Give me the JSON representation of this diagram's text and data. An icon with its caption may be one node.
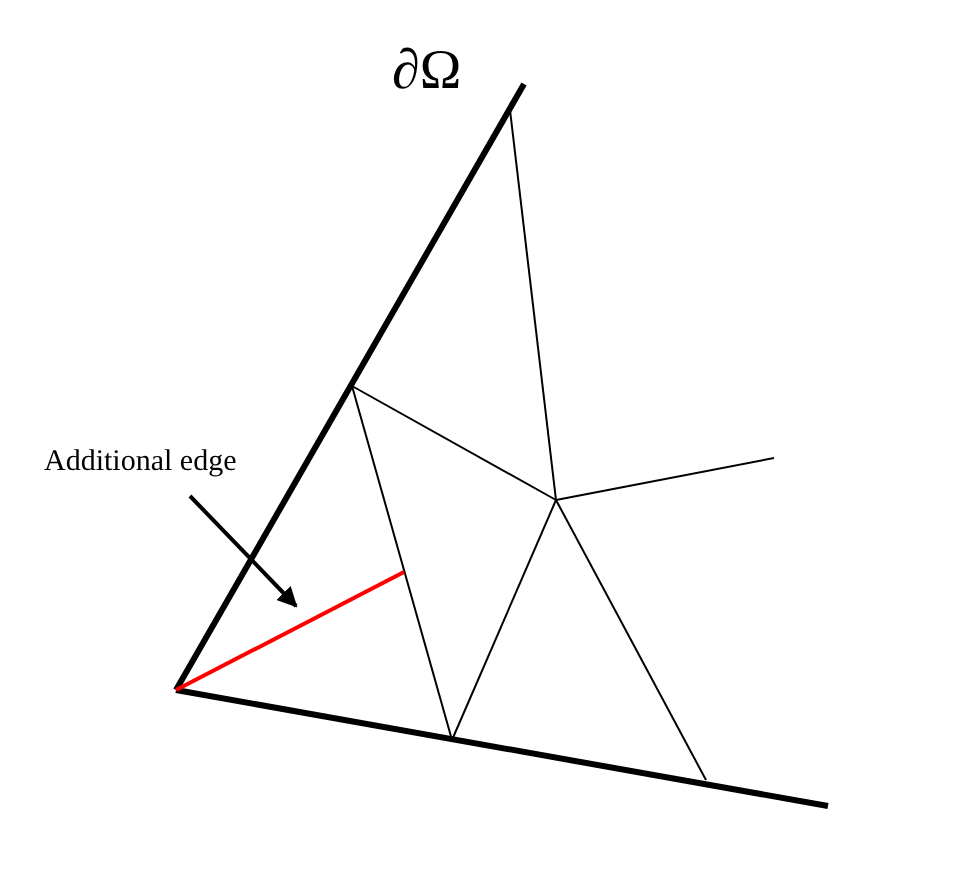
{
  "diagram": {
    "nodes": [
      {
        "text": [
          "Additional edge"
        ]
      },
      {
        "text": [],
        "shape": "line"
      }
    ],
    "edges": [
      {
        "from": 0,
        "to": 1,
        "arrow": "to"
      }
    ],
    "labels": [
      "∂Ω"
    ]
  }
}
